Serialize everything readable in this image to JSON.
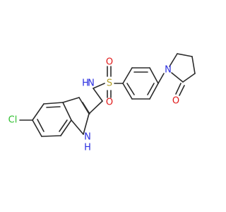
{
  "molecule": {
    "atoms": {
      "chlorine": {
        "text": "Cl",
        "color": "#2fbf2f"
      },
      "indole_nh": {
        "text": "N",
        "color": "#2a2ee0"
      },
      "indole_nh_h": {
        "text": "H",
        "color": "#2a2ee0"
      },
      "sulfonamide_nh": {
        "text": "N",
        "color": "#2a2ee0"
      },
      "sulfonamide_nh_h": {
        "text": "H",
        "color": "#2a2ee0"
      },
      "sulfur": {
        "text": "S",
        "color": "#b3a02a"
      },
      "sulfonyl_o_top": {
        "text": "O",
        "color": "#e01818"
      },
      "sulfonyl_o_bottom": {
        "text": "O",
        "color": "#e01818"
      },
      "lactam_n": {
        "text": "N",
        "color": "#2a2ee0"
      },
      "lactam_o": {
        "text": "O",
        "color": "#e01818"
      }
    },
    "bond_color": "#2b2b2b"
  }
}
